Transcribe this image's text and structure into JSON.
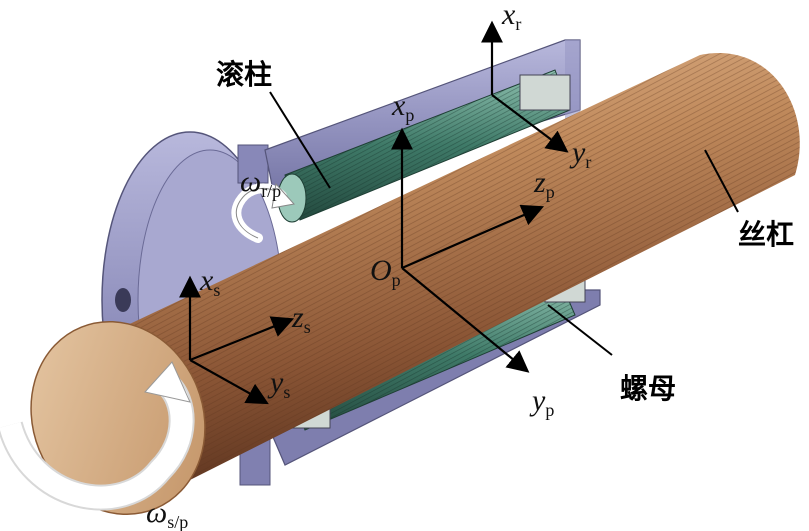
{
  "labels": {
    "roller": "滚柱",
    "screw": "丝杠",
    "nut": "螺母"
  },
  "axes": {
    "xr": {
      "main": "x",
      "sub": "r"
    },
    "yr": {
      "main": "y",
      "sub": "r"
    },
    "xp": {
      "main": "x",
      "sub": "p"
    },
    "yp": {
      "main": "y",
      "sub": "p"
    },
    "zp": {
      "main": "z",
      "sub": "p"
    },
    "op": {
      "main": "O",
      "sub": "p"
    },
    "xs": {
      "main": "x",
      "sub": "s"
    },
    "ys": {
      "main": "y",
      "sub": "s"
    },
    "zs": {
      "main": "z",
      "sub": "s"
    },
    "wrp": {
      "main": "ω",
      "sub": "r/p"
    },
    "wsp": {
      "main": "ω",
      "sub": "s/p"
    }
  },
  "colors": {
    "screw": "#b07a50",
    "nut_housing": "#9a9ac2",
    "roller": "#3f7a68",
    "background": "#ffffff"
  }
}
